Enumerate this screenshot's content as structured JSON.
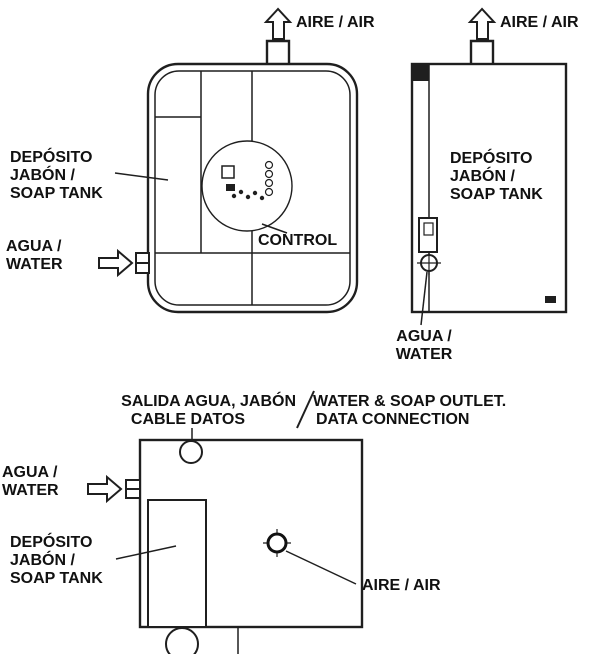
{
  "front_view": {
    "air_label": "AIRE / AIR",
    "soap_tank_lines": [
      "DEPÓSITO",
      "JABÓN /",
      "SOAP TANK"
    ],
    "water_lines": [
      "AGUA /",
      "WATER"
    ],
    "control_label": "CONTROL"
  },
  "side_view": {
    "air_label": "AIRE / AIR",
    "soap_tank_lines": [
      "DEPÓSITO",
      "JABÓN /",
      "SOAP TANK"
    ],
    "water_lines": [
      "AGUA /",
      "WATER"
    ]
  },
  "bottom_view": {
    "outlet_label_es": "SALIDA AGUA, JABÓN",
    "outlet_label_en": "WATER & SOAP OUTLET.",
    "data_label_es": "CABLE DATOS",
    "data_label_en": "DATA CONNECTION",
    "water_lines": [
      "AGUA /",
      "WATER"
    ],
    "soap_tank_lines": [
      "DEPÓSITO",
      "JABÓN /",
      "SOAP TANK"
    ],
    "air_label": "AIRE / AIR"
  },
  "colors": {
    "line": "#1f1f1f",
    "text": "#111111",
    "background": "#ffffff"
  }
}
